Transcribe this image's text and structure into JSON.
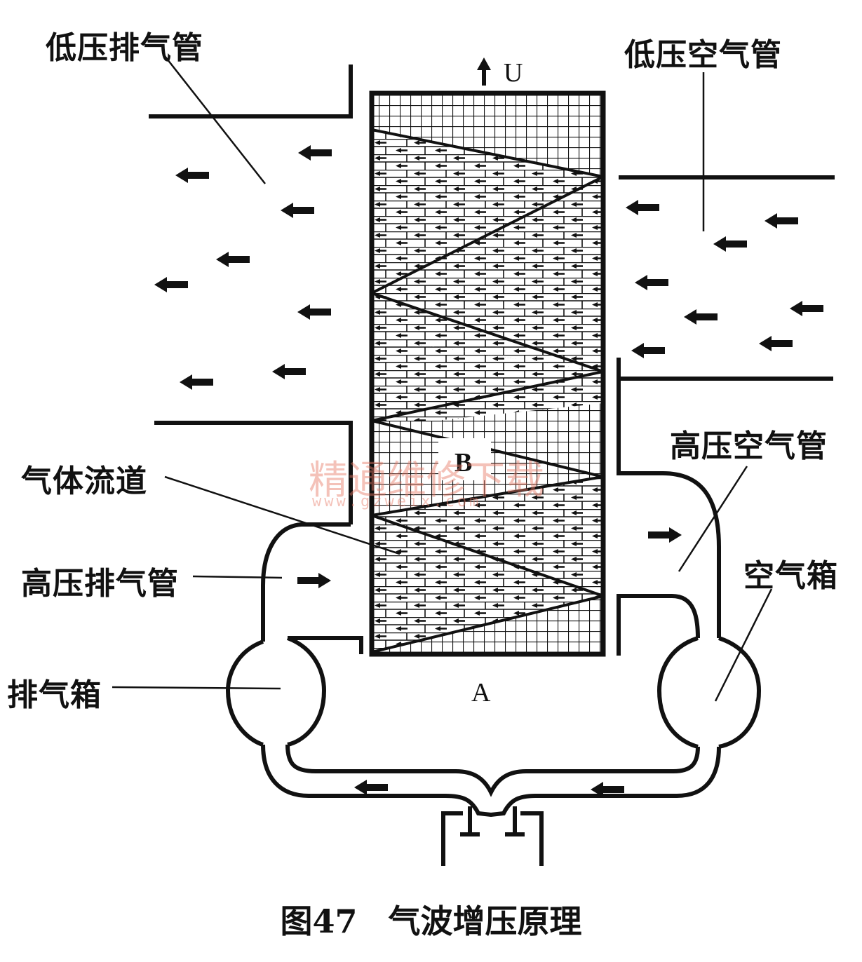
{
  "labels": {
    "low_pressure_exhaust": "低压排气管",
    "low_pressure_air": "低压空气管",
    "gas_channel": "气体流道",
    "high_pressure_air": "高压空气管",
    "high_pressure_exhaust": "高压排气管",
    "air_box": "空气箱",
    "exhaust_box": "排气箱",
    "rotation_arrow": "U",
    "point_a": "A",
    "point_b": "B"
  },
  "caption": {
    "number": "图47",
    "title": "气波增压原理"
  },
  "watermark": {
    "name": "精通维修下载",
    "url": "www.gzweix.com"
  },
  "colors": {
    "ink": "#111111",
    "background": "#ffffff",
    "watermark": "#e67864"
  }
}
